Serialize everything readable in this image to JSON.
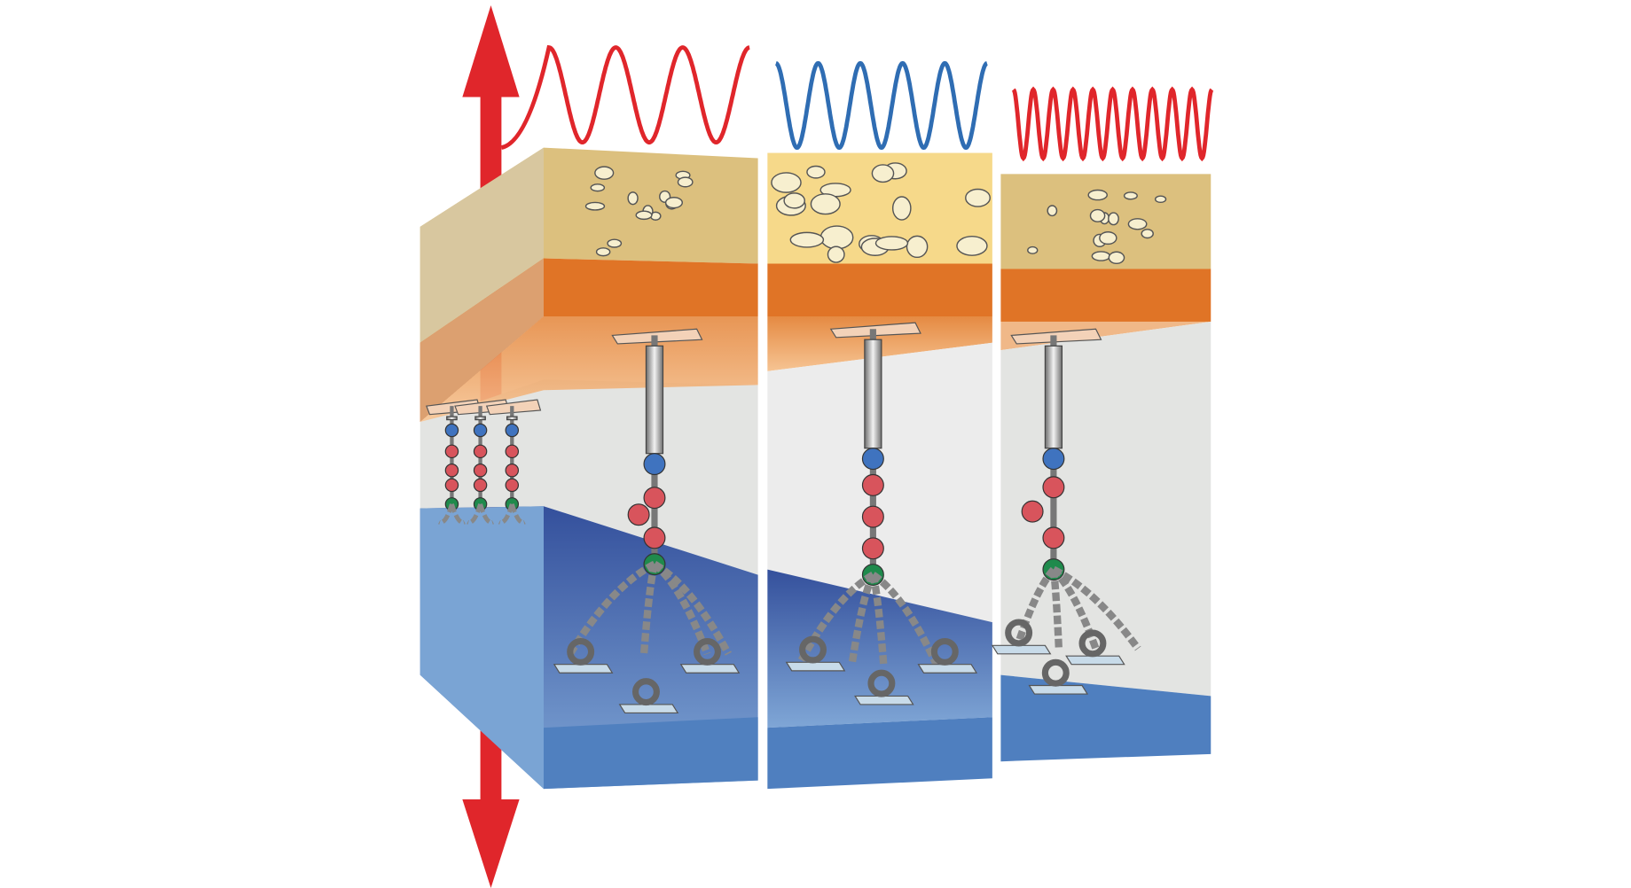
{
  "colors": {
    "arrow": "#e0262b",
    "wave_red": "#e0262b",
    "wave_blue": "#2f6db3",
    "top_layer": "#dcc07e",
    "top_layer_bright": "#f6d98a",
    "orange_layer": "#e07426",
    "light_orange": "#f0a868",
    "gap": "#e3e4e2",
    "substrate": "#4f7fbf",
    "substrate_dark": "#3a5fa6",
    "bead_blue": "#3f73bf",
    "bead_red": "#d8545c",
    "bead_green": "#1f8a4c",
    "chain": "#9a9a9a"
  },
  "panels": [
    {
      "name": "low-frequency",
      "wave_cycles": 3
    },
    {
      "name": "medium-frequency",
      "wave_cycles": 5
    },
    {
      "name": "high-frequency",
      "wave_cycles": 10
    }
  ]
}
